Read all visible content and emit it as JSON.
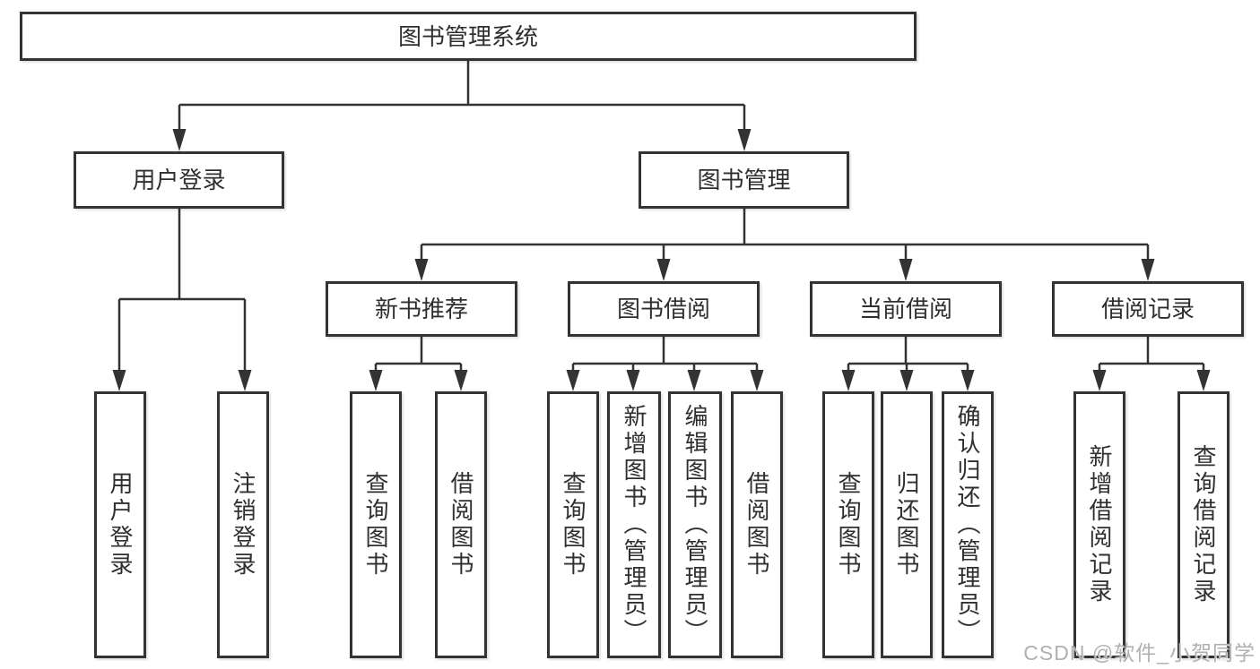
{
  "diagram": {
    "title": "图书管理系统",
    "root": "图书管理系统",
    "level2": [
      "用户登录",
      "图书管理"
    ],
    "level3": [
      "新书推荐",
      "图书借阅",
      "当前借阅",
      "借阅记录"
    ],
    "leaves": {
      "user_login": [
        "用户登录",
        "注销登录"
      ],
      "new_book_recommend": [
        "查询图书",
        "借阅图书"
      ],
      "book_borrowing": [
        "查询图书",
        "新增图书（管理员）",
        "编辑图书（管理员）",
        "借阅图书"
      ],
      "current_borrowing": [
        "查询图书",
        "归还图书",
        "确认归还（管理员）"
      ],
      "borrowing_records": [
        "新增借阅记录",
        "查询借阅记录"
      ]
    }
  },
  "watermark": "CSDN @软件_小贺同学",
  "colors": {
    "line": "#333333",
    "text": "#2f2f2f",
    "background": "#ffffff",
    "watermark": "#b0b0b0"
  }
}
